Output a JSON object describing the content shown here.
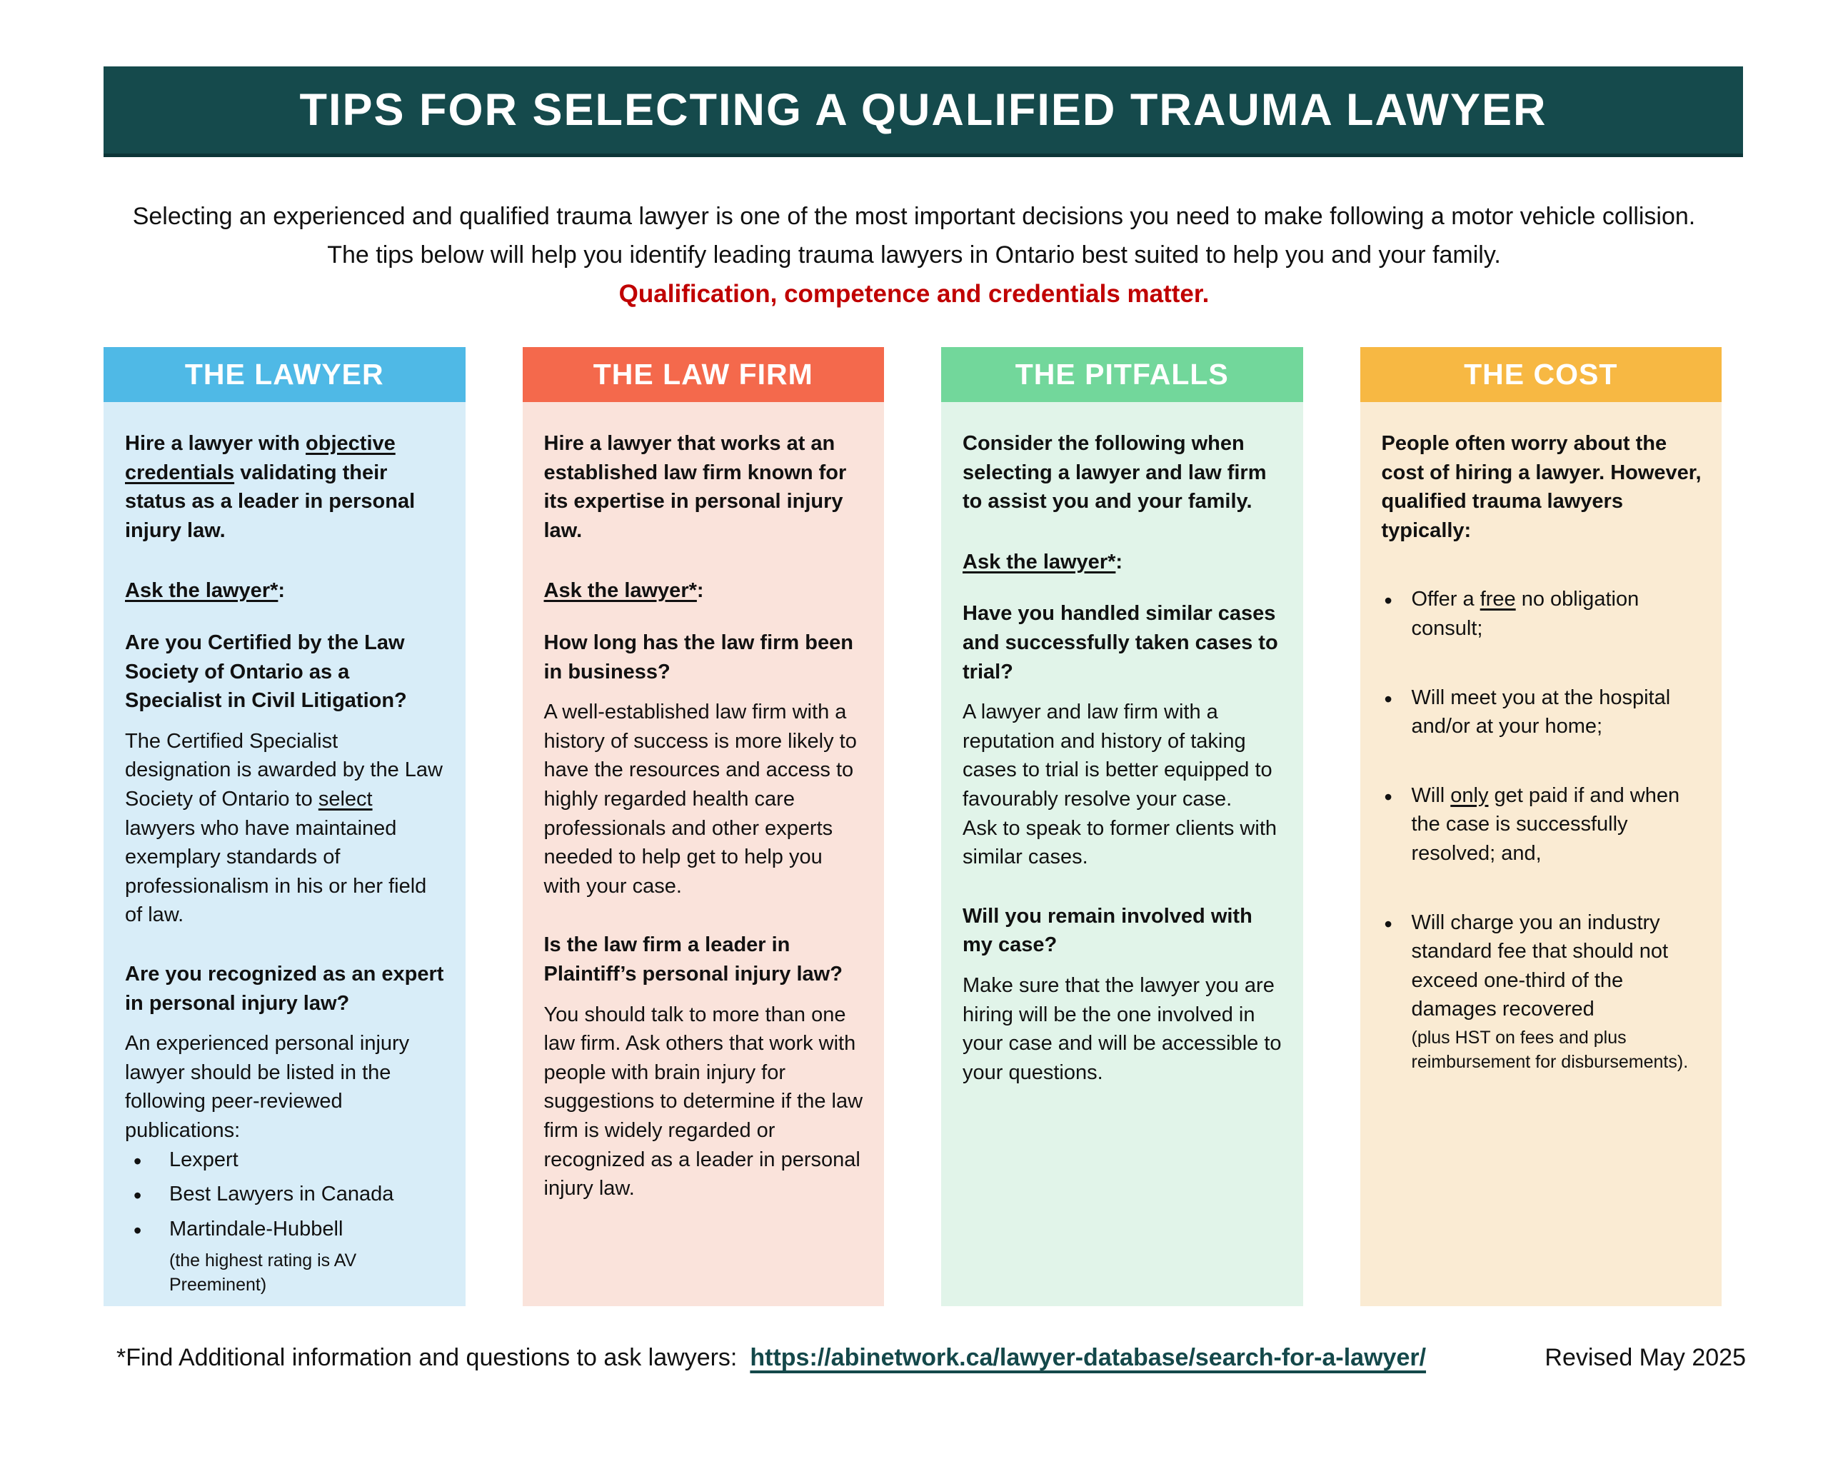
{
  "banner": {
    "title": "TIPS FOR SELECTING A QUALIFIED TRAUMA LAWYER"
  },
  "intro": {
    "text": "Selecting an experienced and qualified trauma lawyer is one of the most important decisions you need to make following a motor vehicle collision.  The tips below will help you identify leading trauma lawyers in Ontario best suited to help you and your family.",
    "tagline": "Qualification, competence and credentials matter."
  },
  "colors": {
    "banner_bg": "#154A4C",
    "tagline_red": "#C00000",
    "lawyer_header_bg": "#4FB9E6",
    "lawyer_body_bg": "#D8EDF8",
    "firm_header_bg": "#F4694C",
    "firm_body_bg": "#FAE3DB",
    "pitfalls_header_bg": "#72D79B",
    "pitfalls_body_bg": "#E1F4E9",
    "cost_header_bg": "#F7B843",
    "cost_body_bg": "#FAEBD3",
    "link_color": "#14484A"
  },
  "columns": {
    "lawyer": {
      "title": "THE LAWYER",
      "intro_pre": "Hire a lawyer with ",
      "intro_u": "objective credentials",
      "intro_post": " validating their status as a leader in personal injury law.",
      "ask_pre": "Ask the lawyer*",
      "ask_colon": ":",
      "q1": "Are you Certified by the Law Society of Ontario as a Specialist in Civil Litigation?",
      "a1_pre": "The Certified Specialist designation is awarded by the Law Society of Ontario to ",
      "a1_u": "select",
      "a1_post": " lawyers who have maintained exemplary standards of professionalism in his or her field of law.",
      "q2": "Are you recognized as an expert in personal injury law?",
      "a2": "An experienced personal injury lawyer should be listed in the following peer-reviewed publications:",
      "bullets": [
        "Lexpert",
        "Best Lawyers in Canada",
        "Martindale-Hubbell"
      ],
      "bullet_note": "(the highest rating is AV Preeminent)"
    },
    "firm": {
      "title": "THE LAW FIRM",
      "intro": "Hire a lawyer that works at an established law firm known for its expertise in personal injury law.",
      "ask_pre": "Ask the lawyer*",
      "ask_colon": ":",
      "q1": "How long has the law firm been in business?",
      "a1": "A well-established law firm with a history of success is more likely to have the resources and access to highly regarded health care professionals and other experts needed to help get to help you with your case.",
      "q2": "Is the law firm a leader in Plaintiff’s personal injury law?",
      "a2": "You should talk to more than one law firm. Ask others that work with people with brain injury for suggestions to determine if the law firm is widely regarded or recognized as a leader in personal injury law."
    },
    "pitfalls": {
      "title": "THE PITFALLS",
      "intro": "Consider the following when selecting a lawyer and law firm to assist you and your family.",
      "ask_pre": "Ask the lawyer*",
      "ask_colon": ":",
      "q1": "Have you handled similar cases and successfully taken cases to trial?",
      "a1_line1": "A lawyer and law firm with a reputation and history of taking cases to trial is better equipped to favourably resolve your case.",
      "a1_line2": "Ask to speak to former clients with similar cases.",
      "q2": "Will you remain involved with my case?",
      "a2": "Make sure that the lawyer you are hiring will be the one involved in your case and will be accessible to your questions."
    },
    "cost": {
      "title": "THE COST",
      "intro": "People often worry about the cost of hiring a lawyer. However, qualified trauma lawyers typically:",
      "b1_pre": "Offer a ",
      "b1_u": "free",
      "b1_post": " no obligation consult;",
      "b2": "Will meet you at the hospital and/or at your home;",
      "b3_pre": "Will ",
      "b3_u": "only",
      "b3_post": " get paid if and when the case is successfully resolved; and,",
      "b4": "Will charge you an industry standard fee that should not exceed one-third of the damages recovered",
      "b4_note": "(plus HST on fees and plus reimbursement for disbursements)."
    }
  },
  "footer": {
    "note": "*Find Additional information and questions to ask lawyers:",
    "link": "https://abinetwork.ca/lawyer-database/search-for-a-lawyer/",
    "revised": "Revised May 2025"
  }
}
